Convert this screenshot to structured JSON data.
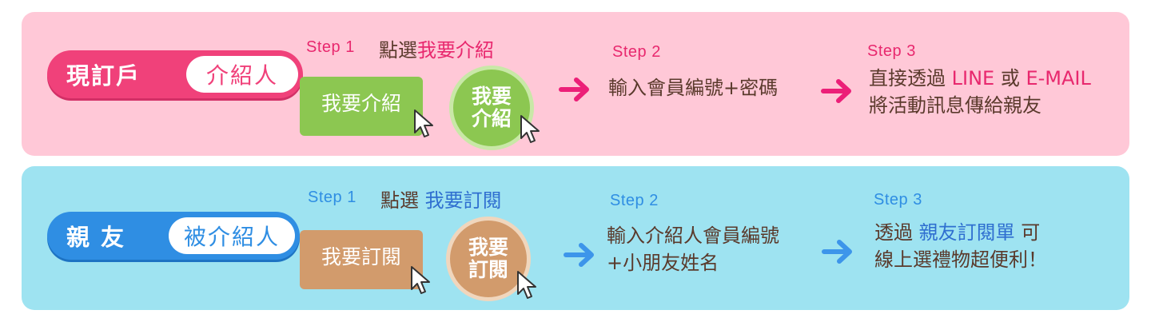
{
  "referrer_row": {
    "badge": {
      "label": "現訂戶",
      "pill": "介紹人"
    },
    "step1": {
      "label": "Step 1",
      "action_prefix": "點選",
      "action_highlight": "我要介紹"
    },
    "rect_button_label": "我要介紹",
    "circle_button_line1": "我要",
    "circle_button_line2": "介紹",
    "step2": {
      "label": "Step 2",
      "line1": "輸入會員編號+密碼"
    },
    "step3": {
      "label": "Step 3",
      "line1_part1": "直接透過 ",
      "line1_hl1": "LINE",
      "line1_part2": " 或 ",
      "line1_hl2": "E-MAIL",
      "line2": "將活動訊息傳給親友"
    }
  },
  "friend_row": {
    "badge": {
      "label": "親友",
      "pill": "被介紹人"
    },
    "step1": {
      "label": "Step 1",
      "action_prefix": "點選 ",
      "action_highlight": "我要訂閱"
    },
    "rect_button_label": "我要訂閱",
    "circle_button_line1": "我要",
    "circle_button_line2": "訂閱",
    "step2": {
      "label": "Step 2",
      "line1": "輸入介紹人會員編號",
      "line2": "+小朋友姓名"
    },
    "step3": {
      "label": "Step 3",
      "line1_part1": "透過 ",
      "line1_hl": "親友訂閱單",
      "line1_part2": " 可",
      "line2": "線上選禮物超便利！"
    }
  },
  "colors": {
    "pink_panel": "#ffc8d7",
    "pink_accent": "#f0417a",
    "blue_panel": "#9ee3f1",
    "blue_accent": "#2f8ee3",
    "green_button": "#8cc751",
    "tan_button": "#d29b6c",
    "text_brown": "#5a3a2c"
  },
  "icons": {
    "cursor": "mouse-pointer-icon",
    "arrow": "arrow-right-icon"
  }
}
